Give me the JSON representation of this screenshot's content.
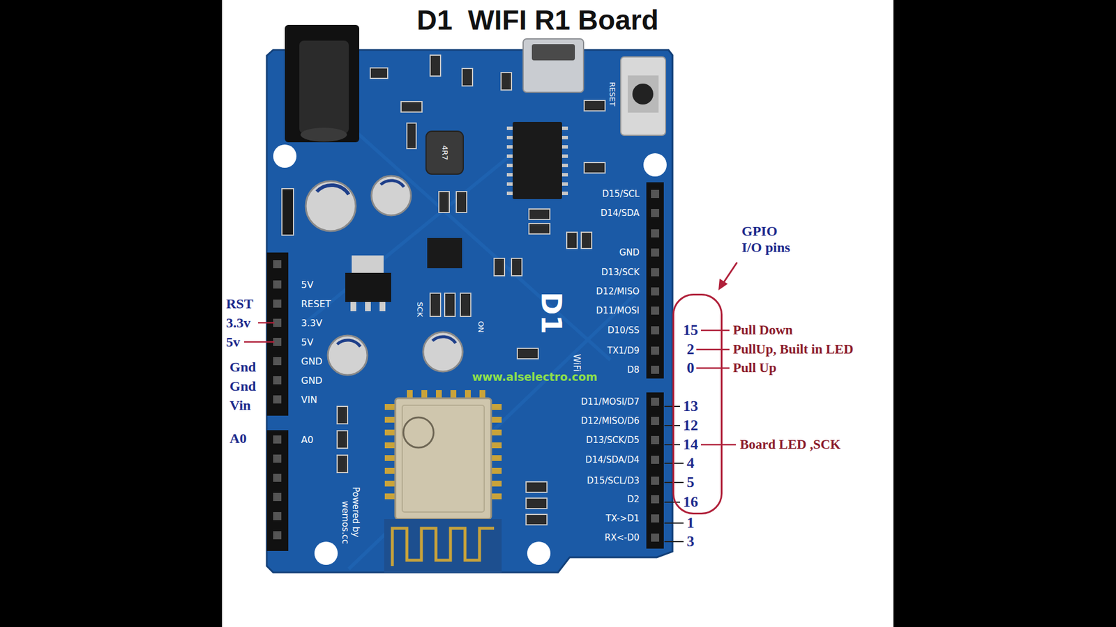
{
  "diagram": {
    "title": "D1  WIFI R1 Board",
    "nodes": [
      {
        "text": [
          "15",
          "2",
          "0",
          "13",
          "12",
          "14",
          "4",
          "5",
          "16"
        ]
      }
    ],
    "labels": [
      "D15/SCL",
      "D14/SDA",
      "GND",
      "D13/SCK",
      "D12/MISO",
      "D11/MOSI",
      "D10/SS",
      "TX1/D9",
      "D8",
      "D11/MOSI/D7",
      "D12/MISO/D6",
      "D13/SCK/D5",
      "D14/SDA/D4",
      "D15/SCL/D3",
      "D2",
      "TX->D1",
      "RX<-D0",
      "5V",
      "RESET",
      "3.3V",
      "5V",
      "GND",
      "GND",
      "VIN",
      "A0",
      "RESET",
      "D1",
      "WiFi",
      "www.alselectro.com",
      "Powered by",
      "wemos.cc",
      "SCK",
      "ON",
      "RST",
      "3.3v",
      "5v",
      "Gnd",
      "Gnd",
      "Vin",
      "A0",
      "GPIO I/O pins",
      "Pull Down",
      "PullUp, Built in LED",
      "Pull Up",
      "Board LED ,SCK",
      "1",
      "3",
      "4R7"
    ]
  }
}
